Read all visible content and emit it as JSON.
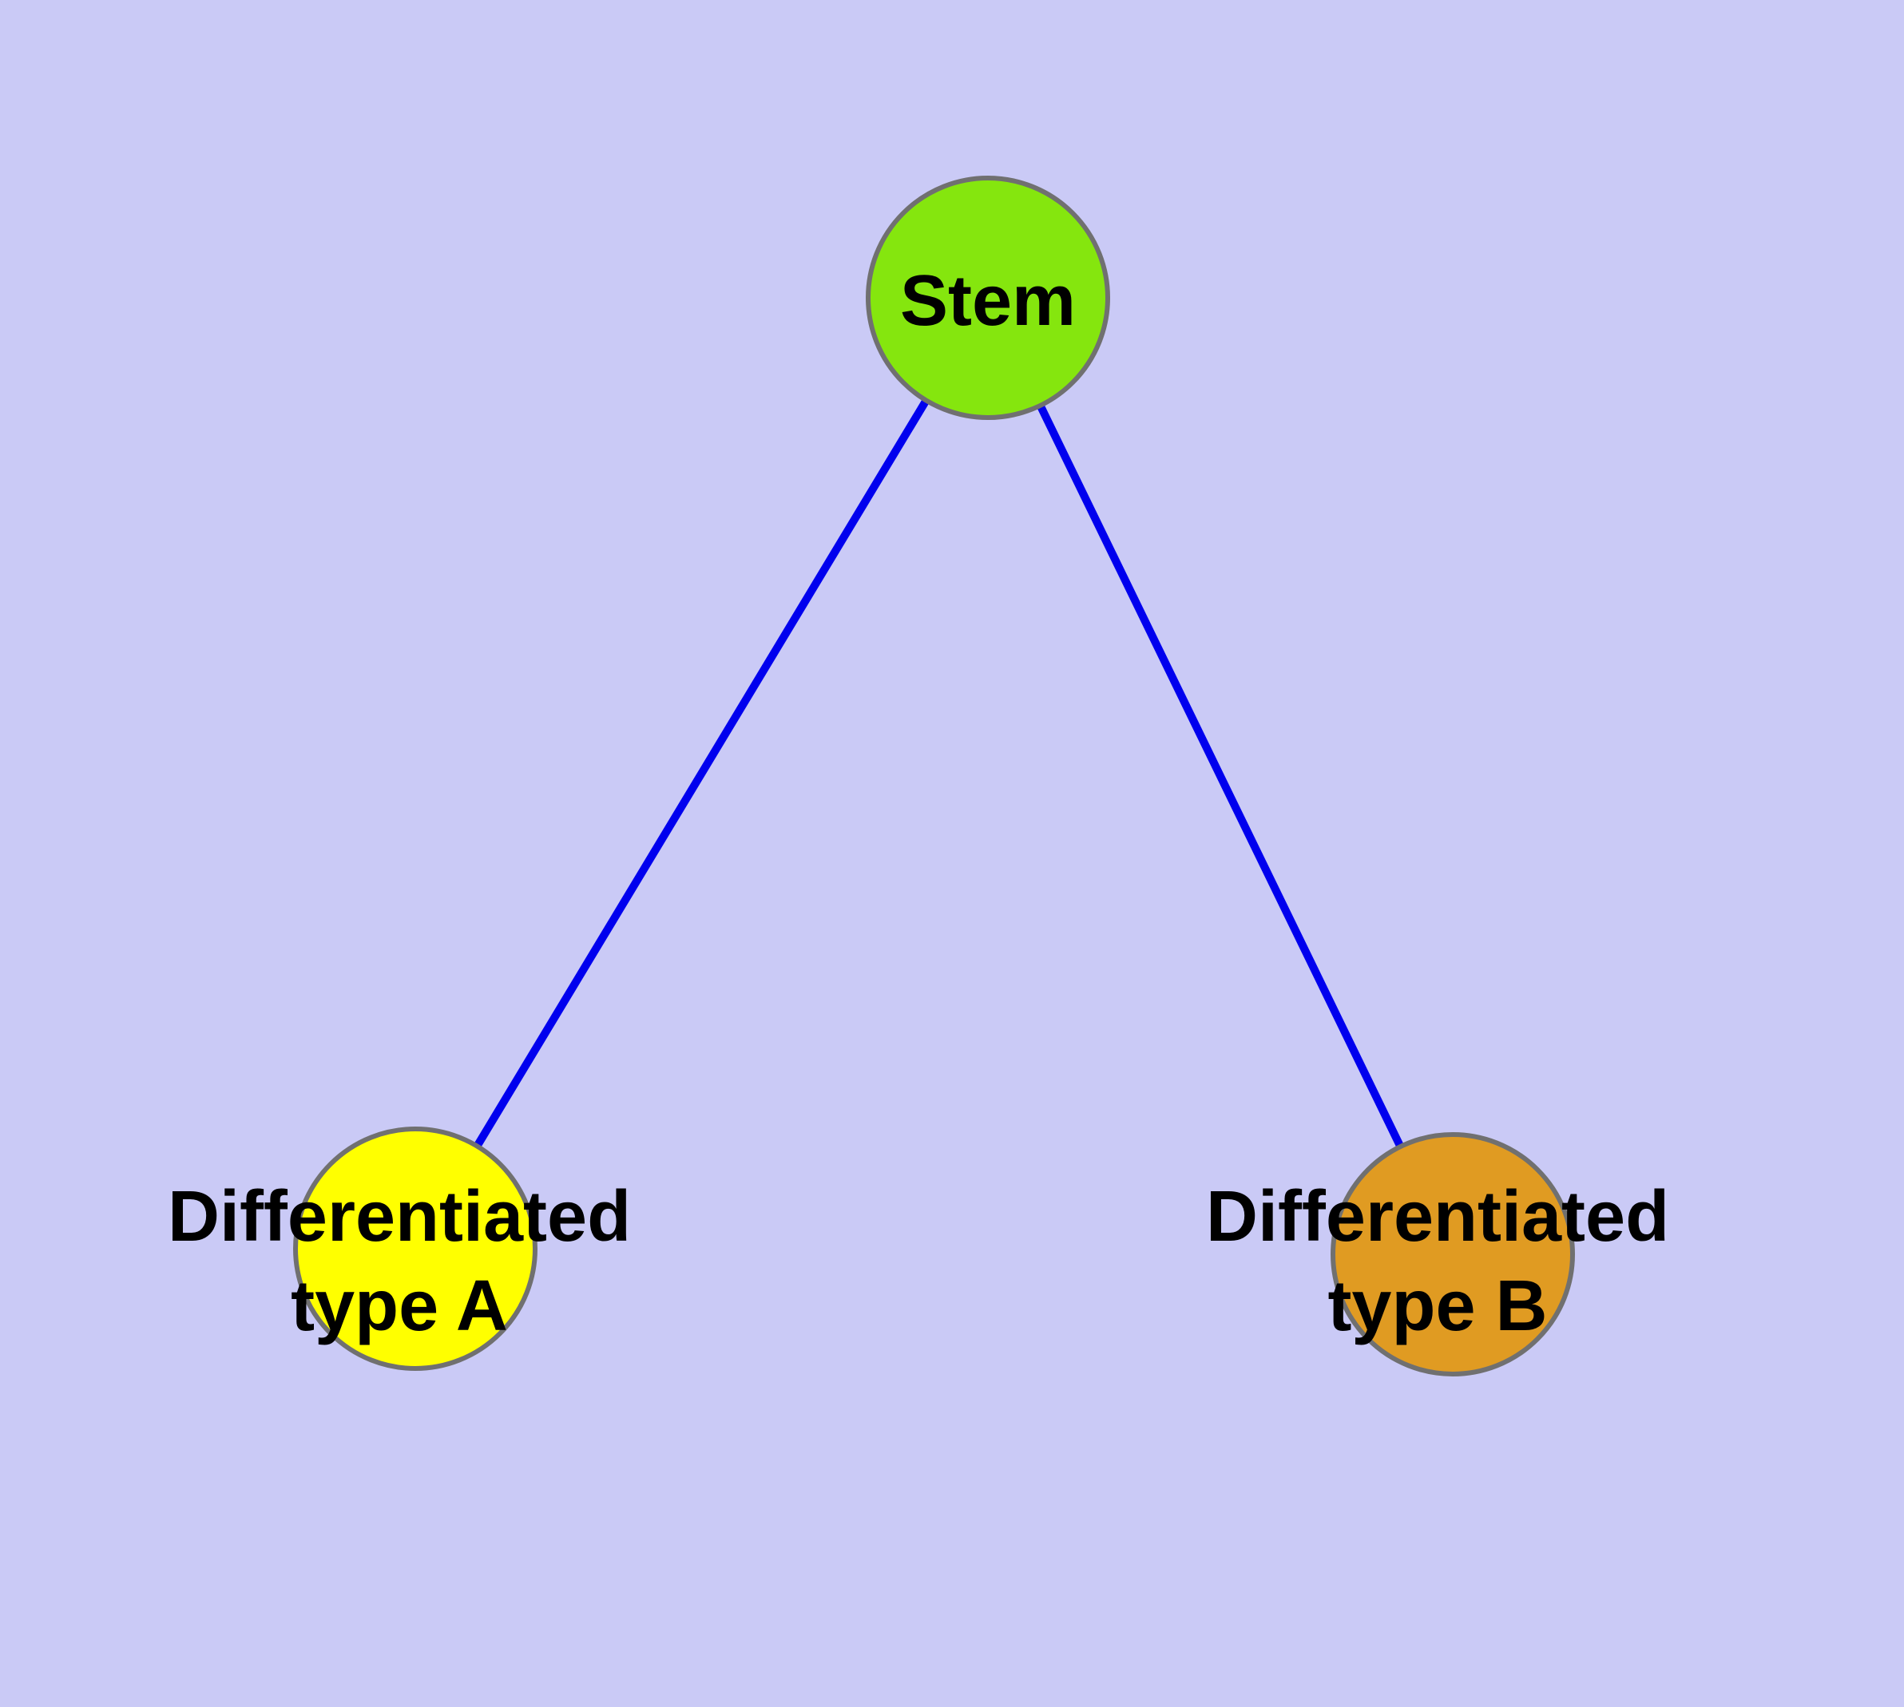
{
  "figure": {
    "kind": "cell-differentiation-network-diagram",
    "background_color": "#CACAF6",
    "label_text_color": "#000000"
  },
  "nodes": {
    "stem": {
      "label": "Stem",
      "color": "#85E60E",
      "border_color": "#707070"
    },
    "type_a": {
      "label": "Differentiated\ntype A",
      "color": "#FFFF00",
      "border_color": "#707070"
    },
    "type_b": {
      "label": "Differentiated\ntype B",
      "color": "#E09B22",
      "border_color": "#707070"
    }
  },
  "edges": {
    "color": "#0000EE",
    "list": [
      {
        "from": "Stem",
        "to": "Differentiated type A"
      },
      {
        "from": "Stem",
        "to": "Differentiated type B"
      }
    ]
  }
}
